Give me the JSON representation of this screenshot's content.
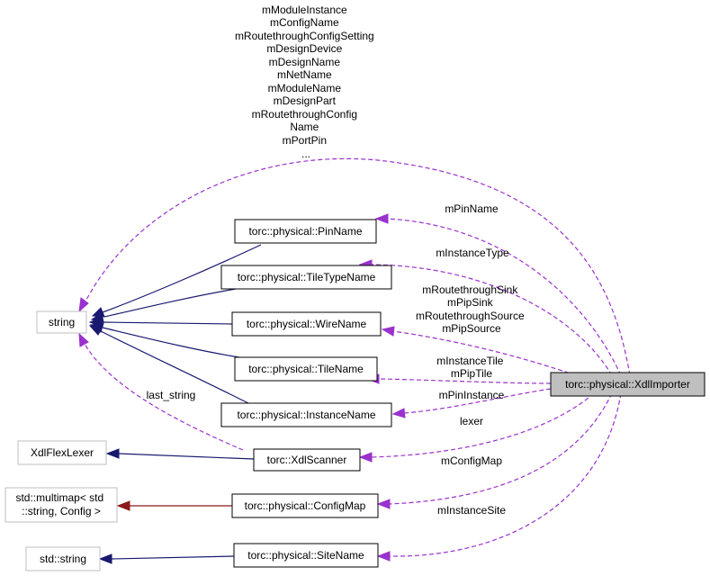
{
  "nodes": {
    "string": "string",
    "pin_name": "torc::physical::PinName",
    "tile_type_name": "torc::physical::TileTypeName",
    "wire_name": "torc::physical::WireName",
    "tile_name": "torc::physical::TileName",
    "instance_name": "torc::physical::InstanceName",
    "xdl_flex_lexer": "XdlFlexLexer",
    "xdl_scanner": "torc::XdlScanner",
    "multimap_line1": "std::multimap< std",
    "multimap_line2": "::string, Config >",
    "config_map": "torc::physical::ConfigMap",
    "std_string": "std::string",
    "site_name": "torc::physical::SiteName",
    "xdl_importer": "torc::physical::XdlImporter"
  },
  "labels": {
    "string_members": [
      "mModuleInstance",
      "mConfigName",
      "mRoutethroughConfigSetting",
      "mDesignDevice",
      "mDesignName",
      "mNetName",
      "mModuleName",
      "mDesignPart",
      "mRoutethroughConfig",
      "Name",
      "mPortPin",
      "..."
    ],
    "pin_name": "mPinName",
    "instance_type": "mInstanceType",
    "wire_name_members": [
      "mRoutethroughSink",
      "mPipSink",
      "mRoutethroughSource",
      "mPipSource"
    ],
    "tile_name_members": [
      "mInstanceTile",
      "mPipTile"
    ],
    "pin_instance": "mPinInstance",
    "last_string": "last_string",
    "lexer": "lexer",
    "config_map": "mConfigMap",
    "instance_site": "mInstanceSite"
  }
}
